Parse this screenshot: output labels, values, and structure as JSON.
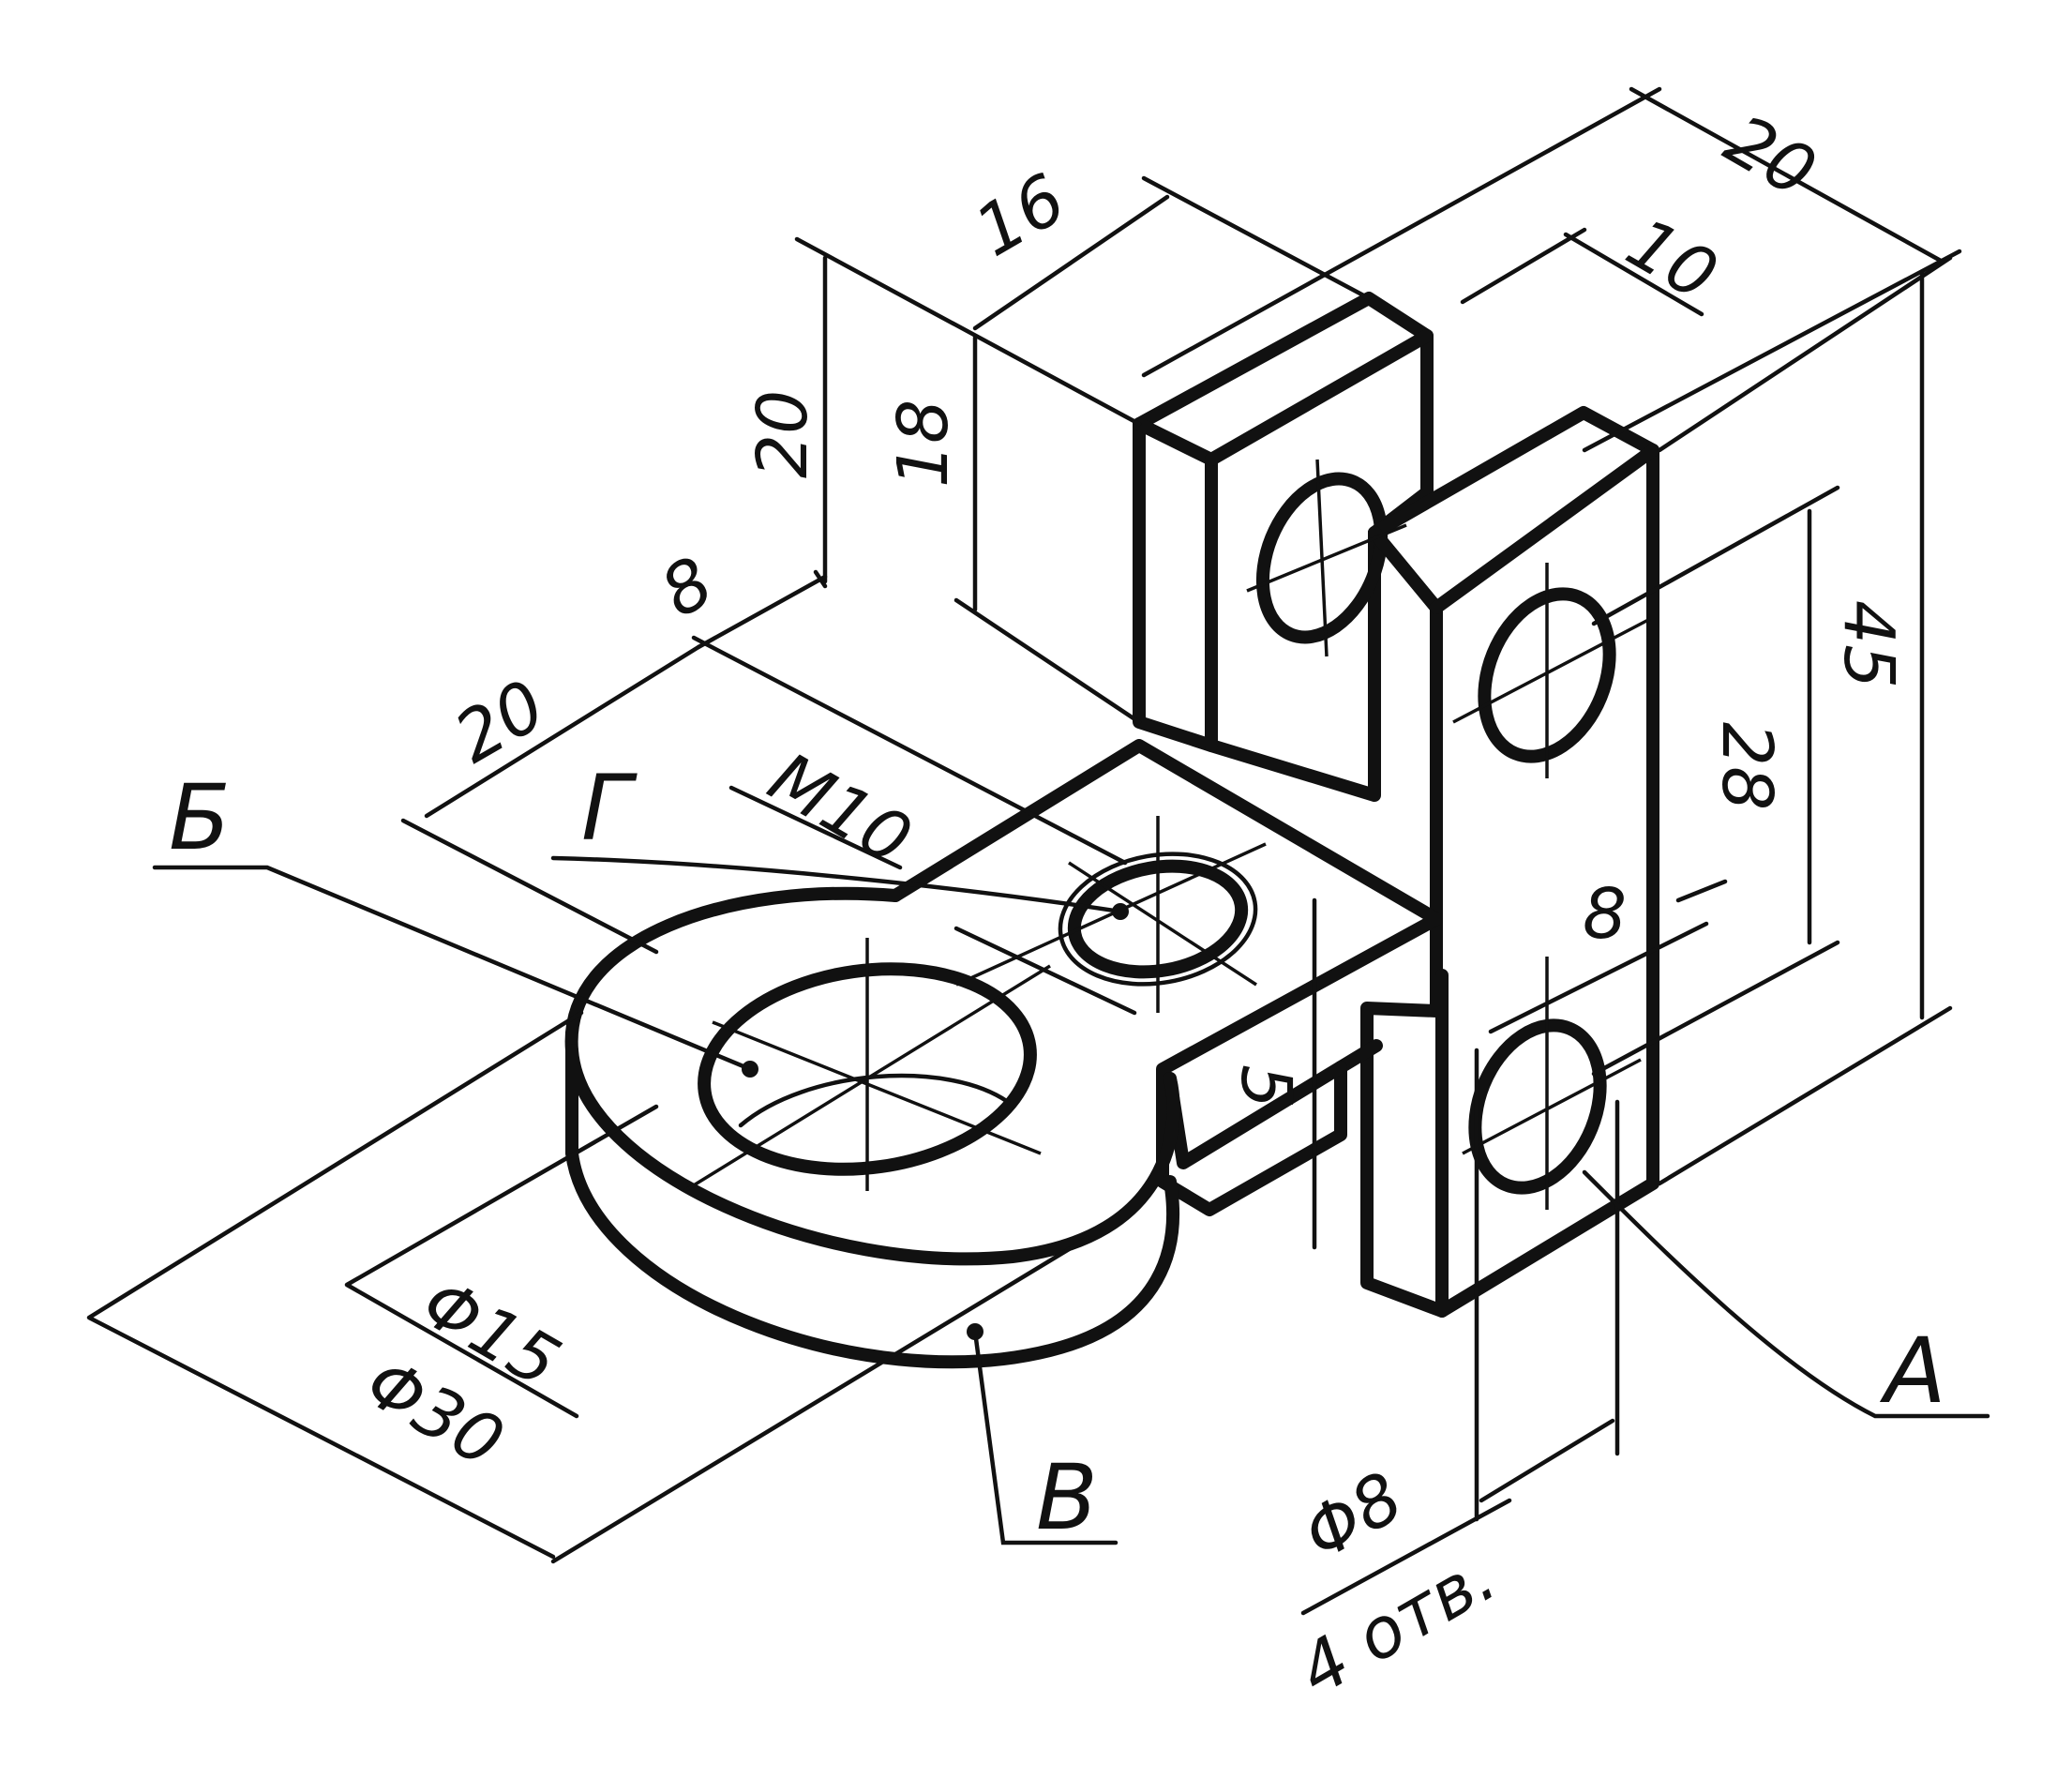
{
  "dimensions": {
    "top_width": "20",
    "slot_width": "10",
    "block_depth": "16",
    "block_height_outer": "20",
    "block_height_inner": "18",
    "base_offset": "8",
    "base_length": "20",
    "thread": "M10",
    "overall_height": "45",
    "hole_spacing": "28",
    "plate_thickness": "8",
    "slot_depth": "5",
    "bore_inner": "Φ15",
    "bore_outer": "Φ30",
    "hole_diameter": "Φ8",
    "hole_count": "4 отв."
  },
  "reference_labels": {
    "a": "А",
    "b": "Б",
    "v": "В",
    "g": "Г"
  }
}
